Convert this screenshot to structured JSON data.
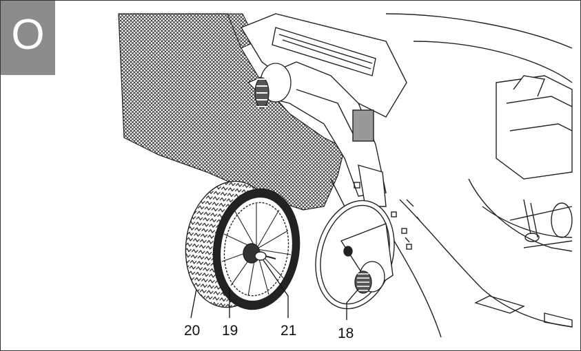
{
  "figure": {
    "label": "O",
    "badge_color": "#8c8c8c",
    "callouts": [
      {
        "id": "20",
        "text": "20"
      },
      {
        "id": "19",
        "text": "19"
      },
      {
        "id": "21",
        "text": "21"
      },
      {
        "id": "18",
        "text": "18"
      }
    ]
  }
}
